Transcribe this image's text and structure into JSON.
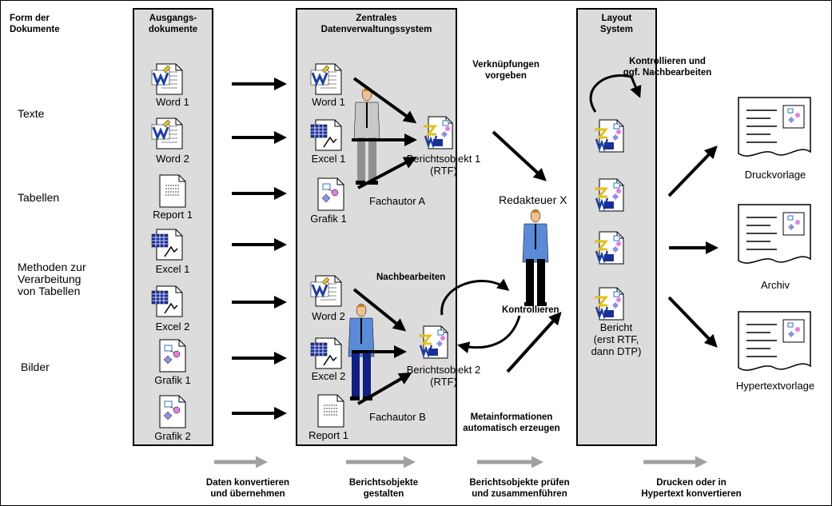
{
  "column_headers": {
    "form": "Form der\nDokumente",
    "ausgang": "Ausgangs-\ndokumente",
    "zentral": "Zentrales\nDatenverwaltungssystem",
    "layout": "Layout\nSystem"
  },
  "row_labels": {
    "texte": "Texte",
    "tabellen": "Tabellen",
    "methoden": "Methoden zur\nVerarbeitung\nvon Tabellen",
    "bilder": "Bilder"
  },
  "source_docs": [
    "Word 1",
    "Word 2",
    "Report 1",
    "Excel 1",
    "Excel 2",
    "Grafik 1",
    "Grafik 2"
  ],
  "central": {
    "group1": [
      "Word 1",
      "Excel 1",
      "Grafik 1"
    ],
    "object1": "Berichtsobjekt 1\n(RTF)",
    "author1": "Fachautor A",
    "group2": [
      "Word 2",
      "Excel 2",
      "Report 1"
    ],
    "object2": "Berichtsobjekt 2\n(RTF)",
    "author2": "Fachautor B"
  },
  "middle": {
    "verknuepfungen": "Verknüpfungen\nvorgeben",
    "redakteur": "Redakteuer X",
    "nachbearbeiten": "Nachbearbeiten",
    "kontrollieren": "Kontrollieren",
    "metainfo": "Metainformationen\nautomatisch erzeugen"
  },
  "layout": {
    "kontrollieren": "Kontrollieren und\nggf. Nachbearbeiten",
    "bericht": "Bericht\n(erst RTF,\ndann DTP)"
  },
  "outputs": [
    "Druckvorlage",
    "Archiv",
    "Hypertextvorlage"
  ],
  "steps": [
    "Daten konvertieren\nund übernehmen",
    "Berichtsobjekte\ngestalten",
    "Berichtsobjekte prüfen\nund zusammenführen",
    "Drucken oder in\nHypertext konvertieren"
  ],
  "colors": {
    "panel": "#dcdcdc",
    "step_arrow": "#a0a0a0",
    "word_blue": "#2040a0",
    "shirt": "#5a8ad8"
  }
}
